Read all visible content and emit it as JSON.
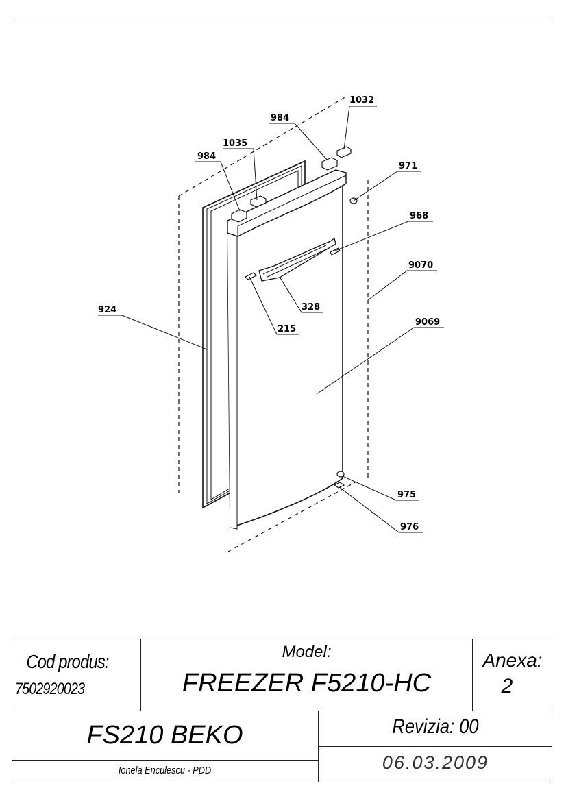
{
  "callouts": [
    {
      "id": "c1032",
      "label": "1032"
    },
    {
      "id": "c984a",
      "label": "984"
    },
    {
      "id": "c1035",
      "label": "1035"
    },
    {
      "id": "c984b",
      "label": "984"
    },
    {
      "id": "c971",
      "label": "971"
    },
    {
      "id": "c968",
      "label": "968"
    },
    {
      "id": "c9070",
      "label": "9070"
    },
    {
      "id": "c924",
      "label": "924"
    },
    {
      "id": "c328",
      "label": "328"
    },
    {
      "id": "c215",
      "label": "215"
    },
    {
      "id": "c9069",
      "label": "9069"
    },
    {
      "id": "c975",
      "label": "975"
    },
    {
      "id": "c976",
      "label": "976"
    }
  ],
  "title_block": {
    "cod_label": "Cod produs:",
    "cod_value": "7502920023",
    "model_label": "Model:",
    "model_value": "FREEZER F5210-HC",
    "anexa_label": "Anexa:",
    "anexa_value": "2",
    "product_name": "FS210 BEKO",
    "revizia": "Revizia: 00",
    "author": "Ionela Enculescu - PDD",
    "date": "06.03.2009"
  }
}
